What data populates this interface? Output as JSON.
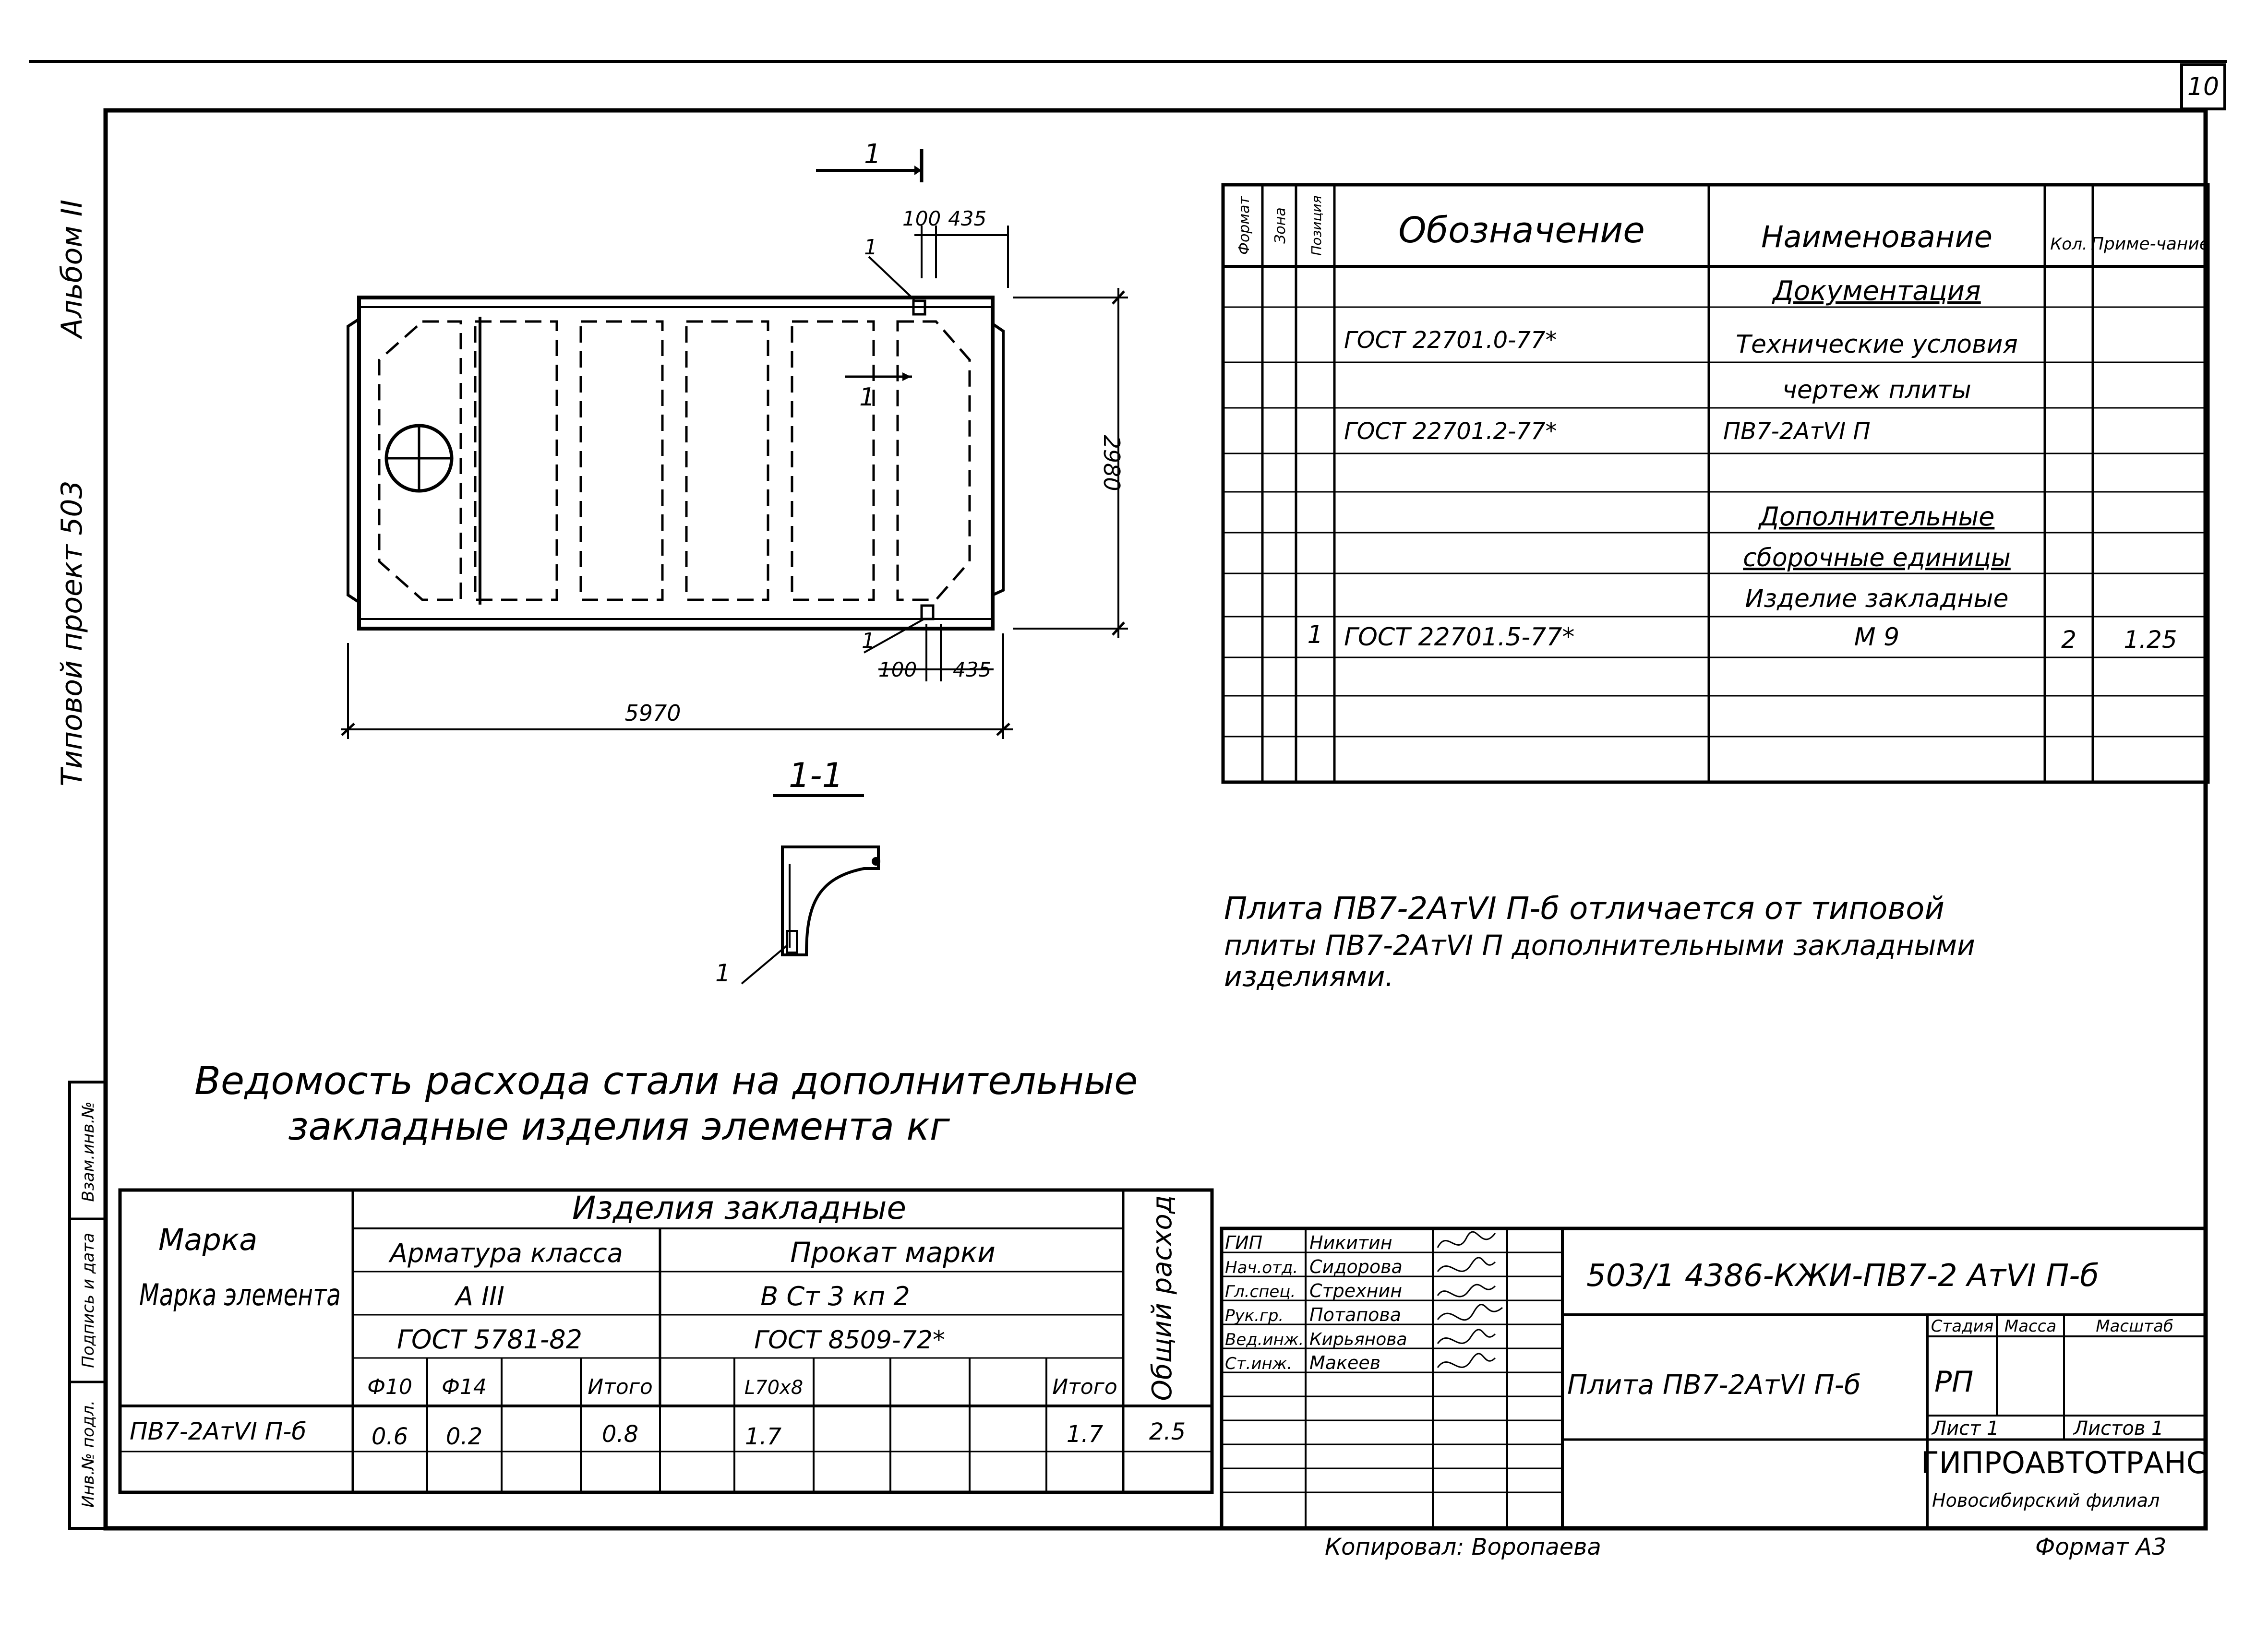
{
  "sheet": {
    "page_number": "10",
    "side_album": "Альбом II",
    "side_project": "Типовой проект 503",
    "side_stamp": [
      "Взам.инв.№",
      "Подпись и дата",
      "Инв.№ подл."
    ],
    "copied_by": "Копировал: Воропаева",
    "format": "Формат А3"
  },
  "drawing": {
    "dims": {
      "d100_top": "100",
      "d435_top": "435",
      "d100_bot": "100",
      "d435_bot": "435",
      "d5970": "5970",
      "d2980": "2980"
    },
    "section_marks": [
      "1",
      "1",
      "1"
    ],
    "section_title": "1-1",
    "leader": "1"
  },
  "spec": {
    "headers": {
      "format": "Формат",
      "zone": "Зона",
      "position": "Позиция",
      "designation": "Обозначение",
      "name": "Наименование",
      "qty": "Кол.",
      "note": "Приме-чание"
    },
    "rows": [
      {
        "pos": "",
        "designation": "",
        "name": "Документация",
        "qty": "",
        "note": ""
      },
      {
        "pos": "",
        "designation": "ГОСТ 22701.0-77*",
        "name": "Технические условия",
        "qty": "",
        "note": ""
      },
      {
        "pos": "",
        "designation": "",
        "name": "чертеж плиты",
        "qty": "",
        "note": ""
      },
      {
        "pos": "",
        "designation": "ГОСТ 22701.2-77*",
        "name": "ПВ7-2АтVI П",
        "qty": "",
        "note": ""
      },
      {
        "pos": "",
        "designation": "",
        "name": "",
        "qty": "",
        "note": ""
      },
      {
        "pos": "",
        "designation": "",
        "name": "Дополнительные",
        "qty": "",
        "note": ""
      },
      {
        "pos": "",
        "designation": "",
        "name": "сборочные единицы",
        "qty": "",
        "note": ""
      },
      {
        "pos": "",
        "designation": "",
        "name": "Изделие закладные",
        "qty": "",
        "note": ""
      },
      {
        "pos": "1",
        "designation": "ГОСТ 22701.5-77*",
        "name": "М 9",
        "qty": "2",
        "note": "1.25"
      }
    ]
  },
  "note": [
    "Плита ПВ7-2АтVI П-б отличается от типовой",
    "плиты ПВ7-2АтVI П дополнительными закладными",
    "изделиями."
  ],
  "steel_title": [
    "Ведомость расхода стали на дополнительные",
    "закладные изделия элемента кг"
  ],
  "steel_table": {
    "mark_header": "Марка элемента",
    "group_header": "Изделия закладные",
    "rebar_header": "Арматура класса",
    "rebar_class": "А III",
    "rebar_gost": "ГОСТ 5781-82",
    "rolled_header": "Прокат марки",
    "rolled_grade": "В Ст 3 кп 2",
    "rolled_gost": "ГОСТ 8509-72*",
    "total_header": "Общий расход",
    "cols": [
      "Ф10",
      "Ф14",
      "",
      "Итого",
      "L70х8",
      "",
      "",
      "",
      "Итого"
    ],
    "row": {
      "mark": "ПВ7-2АтVI П-б",
      "values": [
        "0.6",
        "0.2",
        "",
        "0.8",
        "1.7",
        "",
        "",
        "",
        "1.7"
      ],
      "total": "2.5"
    }
  },
  "title_block": {
    "people": [
      {
        "role": "ГИП",
        "name": "Никитин"
      },
      {
        "role": "Нач.отд.",
        "name": "Сидорова"
      },
      {
        "role": "Гл.спец.",
        "name": "Стрехнин"
      },
      {
        "role": "Рук.гр.",
        "name": "Потапова"
      },
      {
        "role": "Вед.инж.",
        "name": "Кирьянова"
      },
      {
        "role": "Ст.инж.",
        "name": "Макеев"
      }
    ],
    "code": "503/1 4386-КЖИ-ПВ7-2 АтVI П-б",
    "name": "Плита ПВ7-2АтVI П-б",
    "stage_h": "Стадия",
    "mass_h": "Масса",
    "scale_h": "Масштаб",
    "stage": "РП",
    "sheet": "Лист 1",
    "sheets": "Листов 1",
    "org": "ГИПРОАВТОТРАНС",
    "branch": "Новосибирский филиал"
  }
}
